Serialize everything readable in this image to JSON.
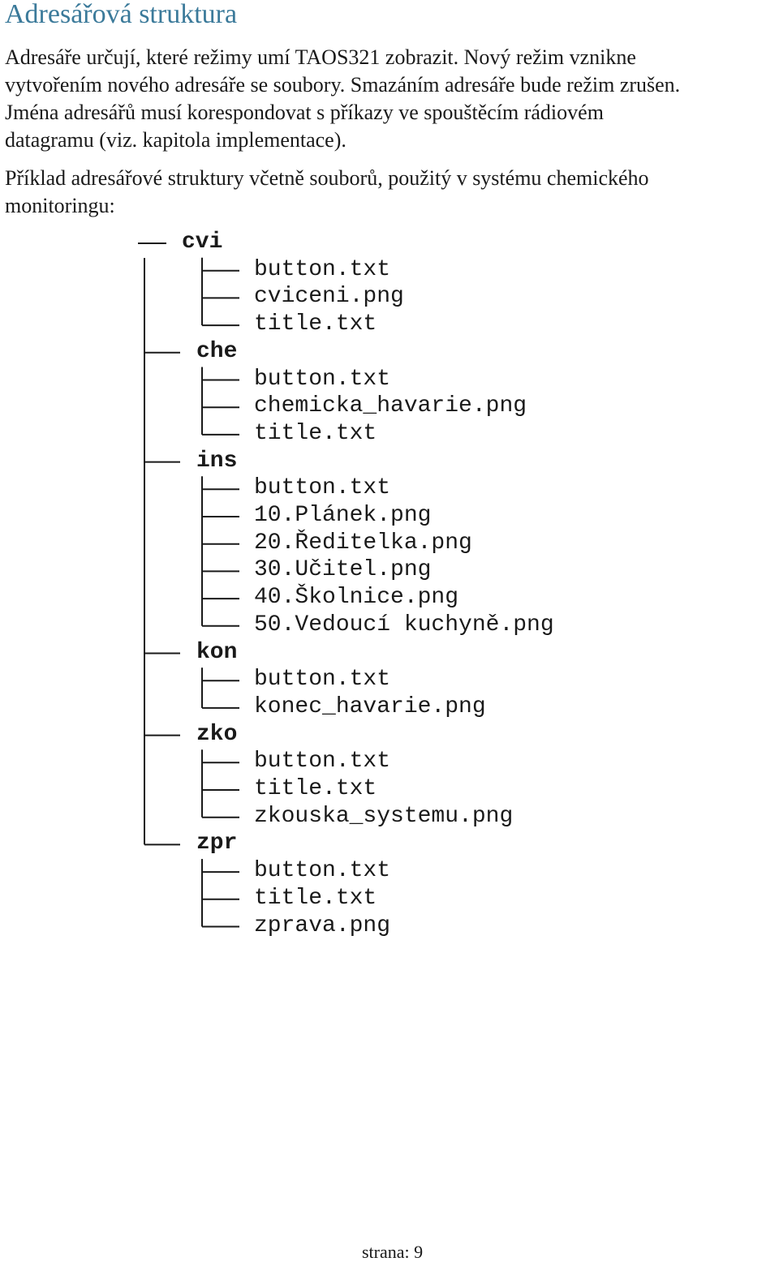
{
  "document": {
    "title": "Adresářová struktura",
    "paragraph1": [
      "Adresáře určují, které režimy umí TAOS321 zobrazit. Nový režim vznikne",
      "vytvořením nového adresáře se soubory. Smazáním adresáře bude režim zrušen.",
      "Jména adresářů musí korespondovat s příkazy ve spouštěcím rádiovém",
      "datagramu (viz. kapitola implementace)."
    ],
    "paragraph2": [
      "Příklad adresářové struktury včetně souborů, použitý v systému chemického",
      "monitoringu:"
    ],
    "tree": [
      {
        "name": "cvi",
        "files": [
          "button.txt",
          "cviceni.png",
          "title.txt"
        ]
      },
      {
        "name": "che",
        "files": [
          "button.txt",
          "chemicka_havarie.png",
          "title.txt"
        ]
      },
      {
        "name": "ins",
        "files": [
          "button.txt",
          "10.Plánek.png",
          "20.Ředitelka.png",
          "30.Učitel.png",
          "40.Školnice.png",
          "50.Vedoucí kuchyně.png"
        ]
      },
      {
        "name": "kon",
        "files": [
          "button.txt",
          "konec_havarie.png"
        ]
      },
      {
        "name": "zko",
        "files": [
          "button.txt",
          "title.txt",
          "zkouska_systemu.png"
        ]
      },
      {
        "name": "zpr",
        "files": [
          "button.txt",
          "title.txt",
          "zprava.png"
        ]
      }
    ],
    "footer": "strana: 9"
  }
}
